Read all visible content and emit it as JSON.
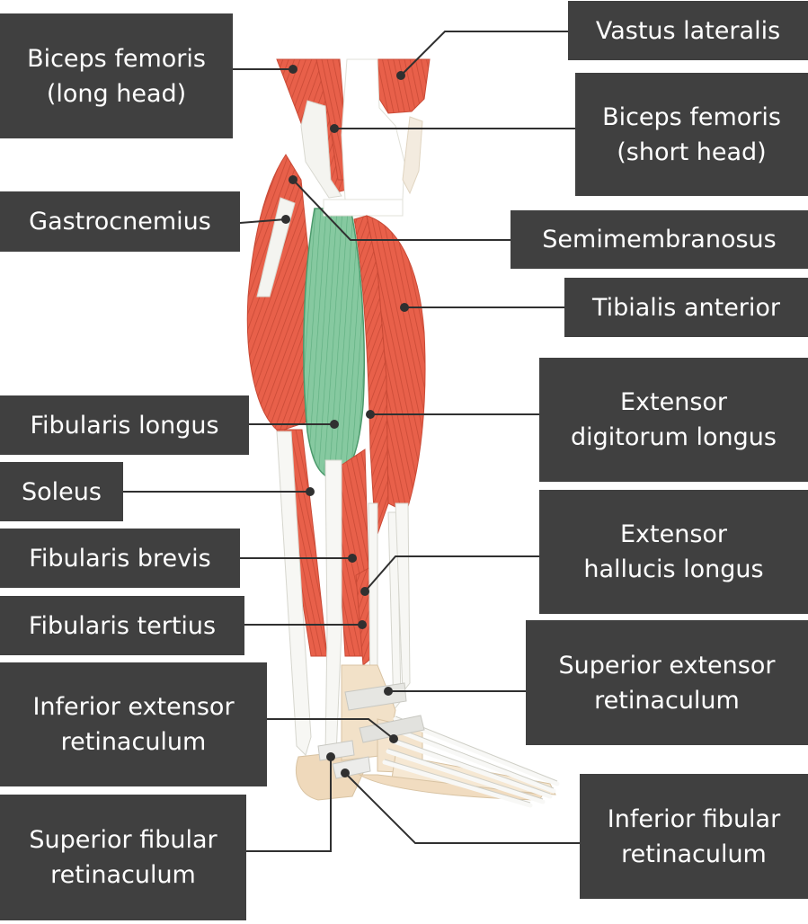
{
  "labels": {
    "vastus_lateralis": [
      "Vastus lateralis"
    ],
    "biceps_femoris_long": [
      "Biceps femoris",
      "(long head)"
    ],
    "biceps_femoris_short": [
      "Biceps femoris",
      "(short head)"
    ],
    "gastrocnemius": [
      "Gastrocnemius"
    ],
    "semimembranosus": [
      "Semimembranosus"
    ],
    "tibialis_anterior": [
      "Tibialis anterior"
    ],
    "fibularis_longus": [
      "Fibularis longus"
    ],
    "extensor_digitorum_longus": [
      "Extensor",
      "digitorum longus"
    ],
    "soleus": [
      "Soleus"
    ],
    "fibularis_brevis": [
      "Fibularis brevis"
    ],
    "extensor_hallucis_longus": [
      "Extensor",
      "hallucis longus"
    ],
    "fibularis_tertius": [
      "Fibularis tertius"
    ],
    "superior_extensor_retinaculum": [
      "Superior extensor",
      "retinaculum"
    ],
    "inferior_extensor_retinaculum": [
      "Inferior extensor",
      "retinaculum"
    ],
    "superior_fibular_retinaculum": [
      "Superior fibular",
      "retinaculum"
    ],
    "inferior_fibular_retinaculum": [
      "Inferior fibular",
      "retinaculum"
    ]
  },
  "colors": {
    "label_bg": "#404040",
    "label_text": "#ffffff",
    "muscle": "#e8604a",
    "muscle_dark": "#c94a36",
    "highlight_muscle": "#7fc59a",
    "tendon": "#f4f4f0",
    "bone": "#f1dcc0",
    "leader": "#303030"
  }
}
